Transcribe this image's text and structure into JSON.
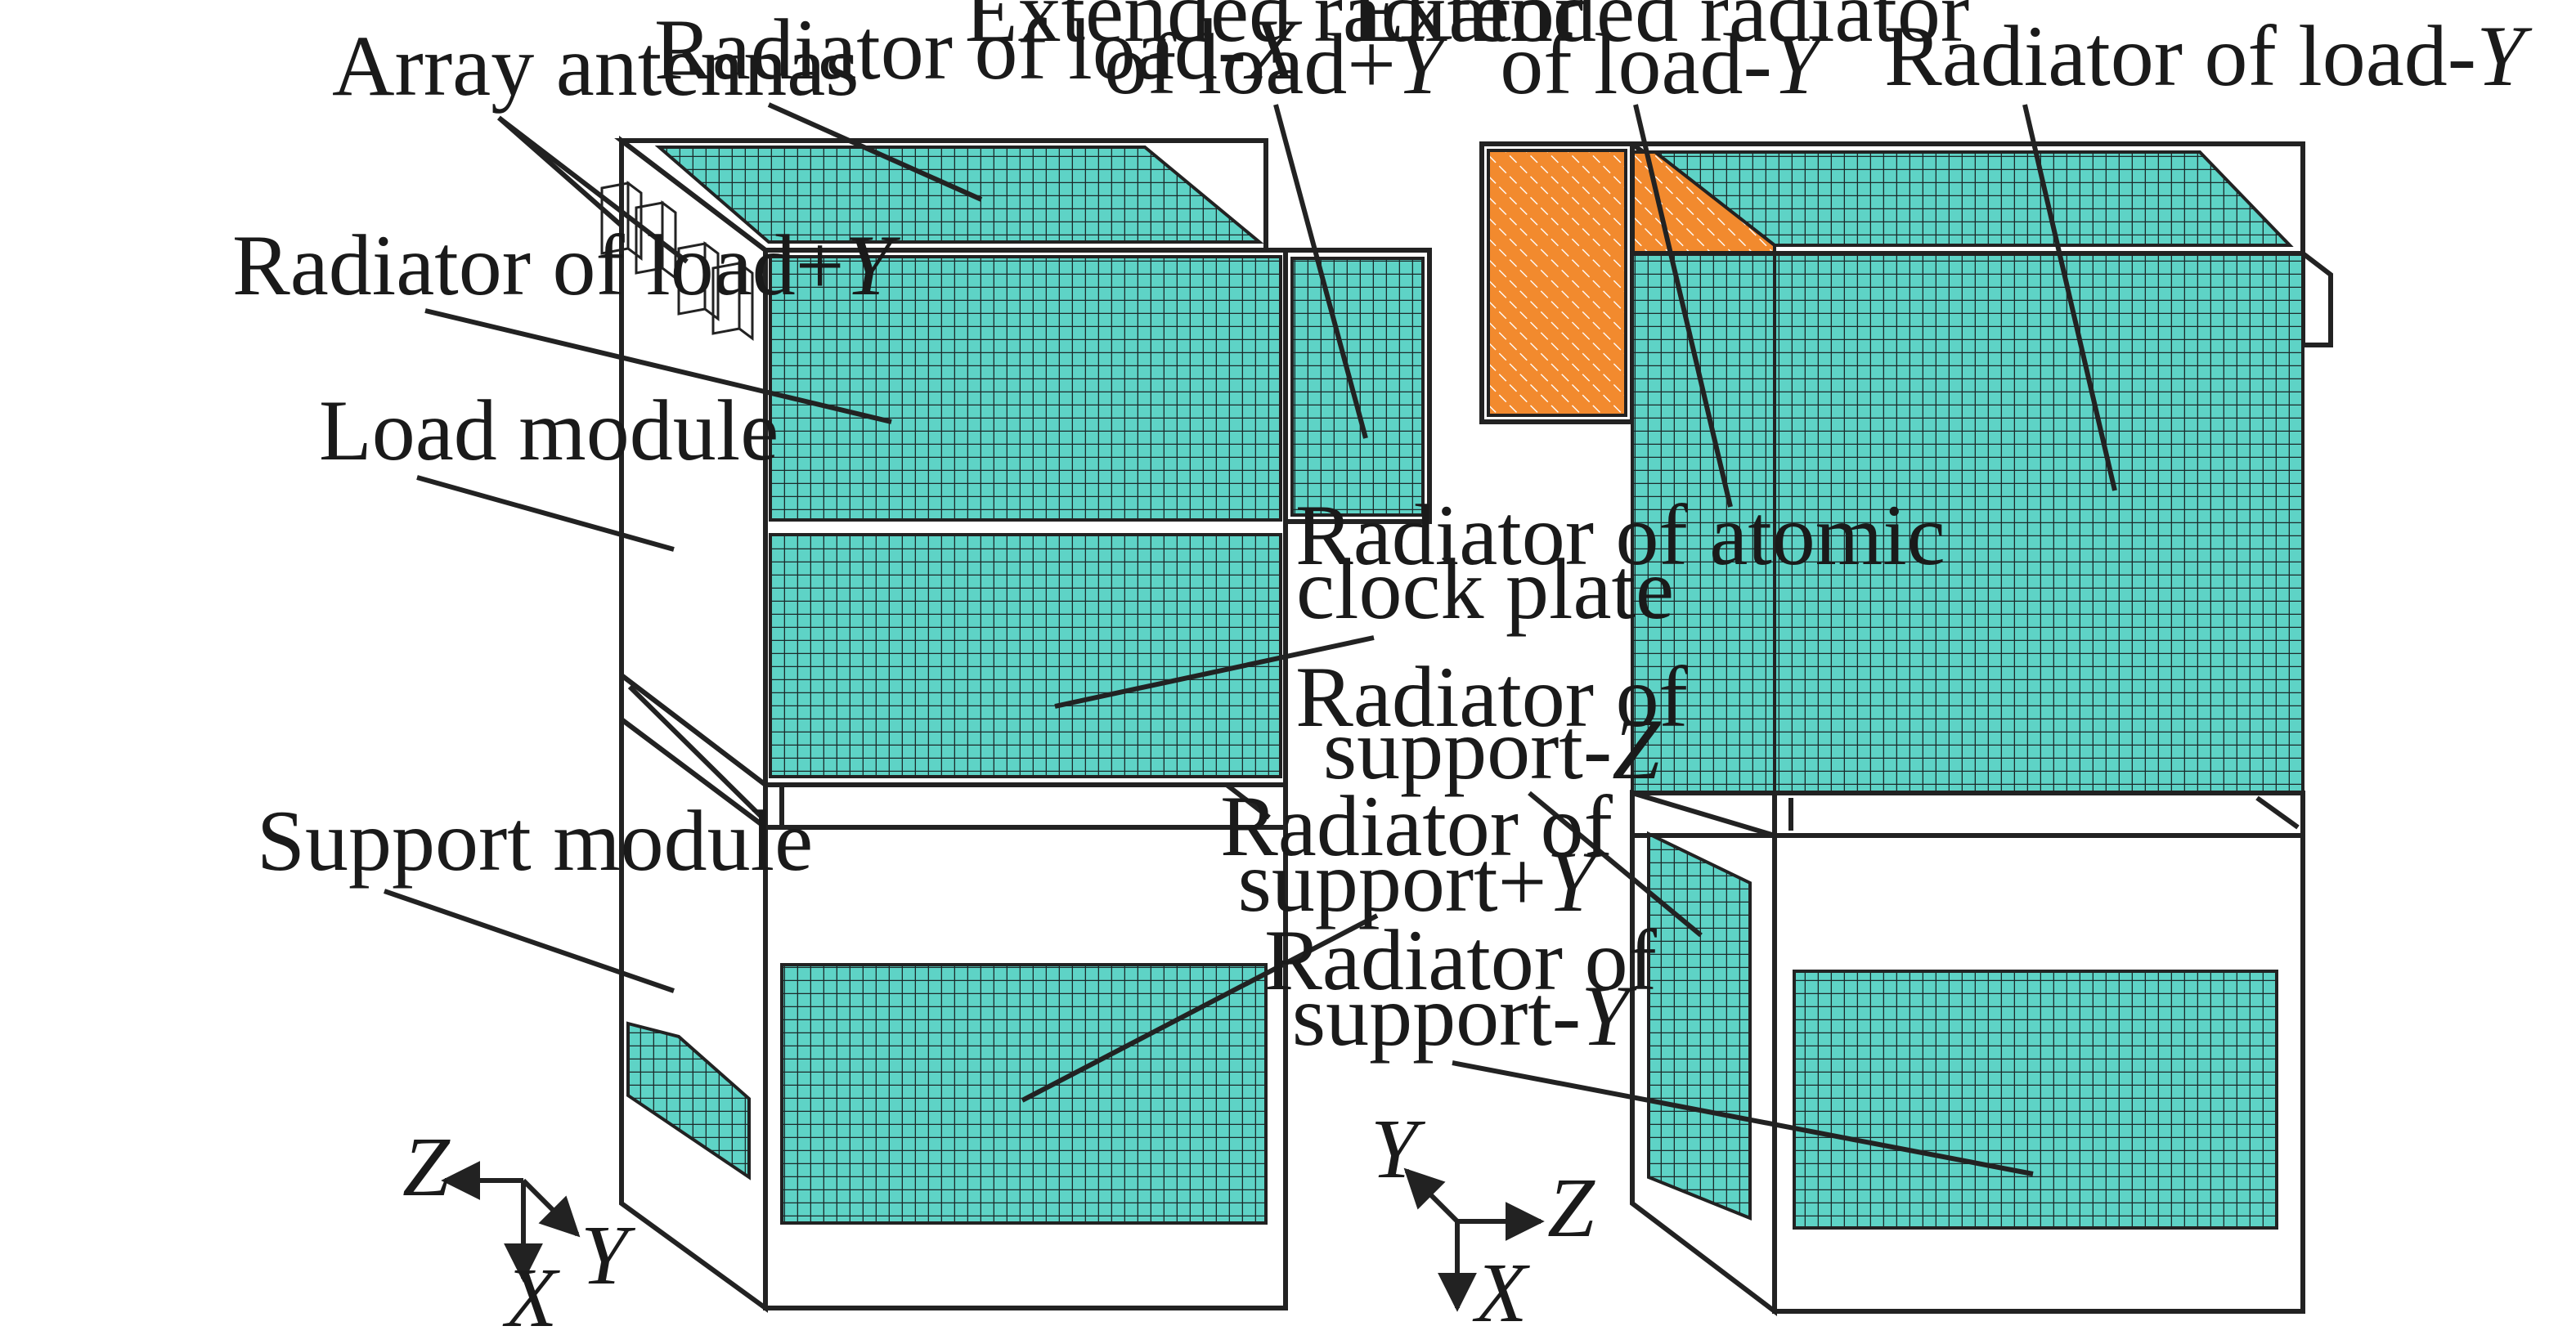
{
  "colors": {
    "structure": "#f28a2e",
    "radiator": "#5ed3c6",
    "grid_line": "#1b2a2a",
    "outline": "#222222"
  },
  "labels": {
    "array_antennas": "Array antennas",
    "radiator_load_minus_x": {
      "prefix": "Radiator of load-",
      "axis": "X"
    },
    "extended_radiator_load_plus_y": {
      "line1": "Extended radiator",
      "line2_prefix": "of load+",
      "axis": "Y"
    },
    "extended_radiator_load_minus_y": {
      "line1": "Extended radiator",
      "line2_prefix": "of load-",
      "axis": "Y"
    },
    "radiator_load_minus_y": {
      "prefix": "Radiator of load-",
      "axis": "Y"
    },
    "radiator_load_plus_y": {
      "prefix": "Radiator of load+",
      "axis": "Y"
    },
    "load_module": "Load module",
    "radiator_atomic_clock": {
      "line1": "Radiator of atomic",
      "line2": "clock plate"
    },
    "radiator_support_minus_z": {
      "line1": "Radiator of",
      "line2_prefix": "support-",
      "axis": "Z"
    },
    "support_module": "Support module",
    "radiator_support_plus_y": {
      "line1": "Radiator of",
      "line2_prefix": "support+",
      "axis": "Y"
    },
    "radiator_support_minus_y": {
      "line1": "Radiator of",
      "line2_prefix": "support-",
      "axis": "Y"
    }
  },
  "axes_left": {
    "horizontal": "Z",
    "diagonal": "Y",
    "vertical": "X"
  },
  "axes_right": {
    "horizontal": "Z",
    "diagonal": "Y",
    "vertical": "X"
  }
}
